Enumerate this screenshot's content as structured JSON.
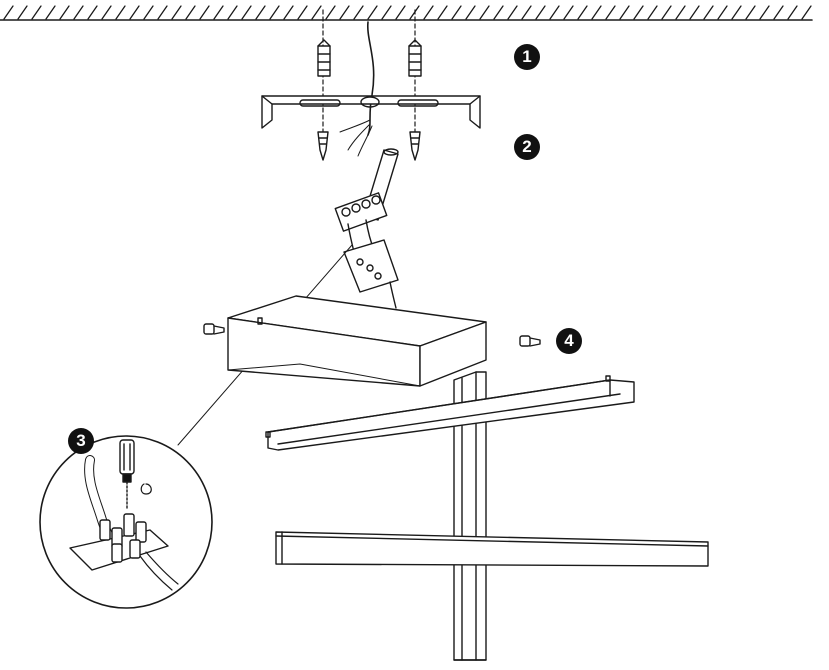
{
  "steps": [
    {
      "id": "1",
      "label": "1"
    },
    {
      "id": "2",
      "label": "2"
    },
    {
      "id": "3",
      "label": "3"
    },
    {
      "id": "4",
      "label": "4"
    }
  ],
  "colors": {
    "line": "#1a1a1a",
    "badge": "#111111",
    "badge_text": "#ffffff",
    "background": "#ffffff"
  },
  "icons": [
    "ceiling-hatch",
    "wall-anchor-icon",
    "screw-icon",
    "mounting-bracket",
    "terminal-block",
    "screwdriver-icon",
    "rotate-arrow-icon",
    "canopy-box",
    "led-bar"
  ]
}
